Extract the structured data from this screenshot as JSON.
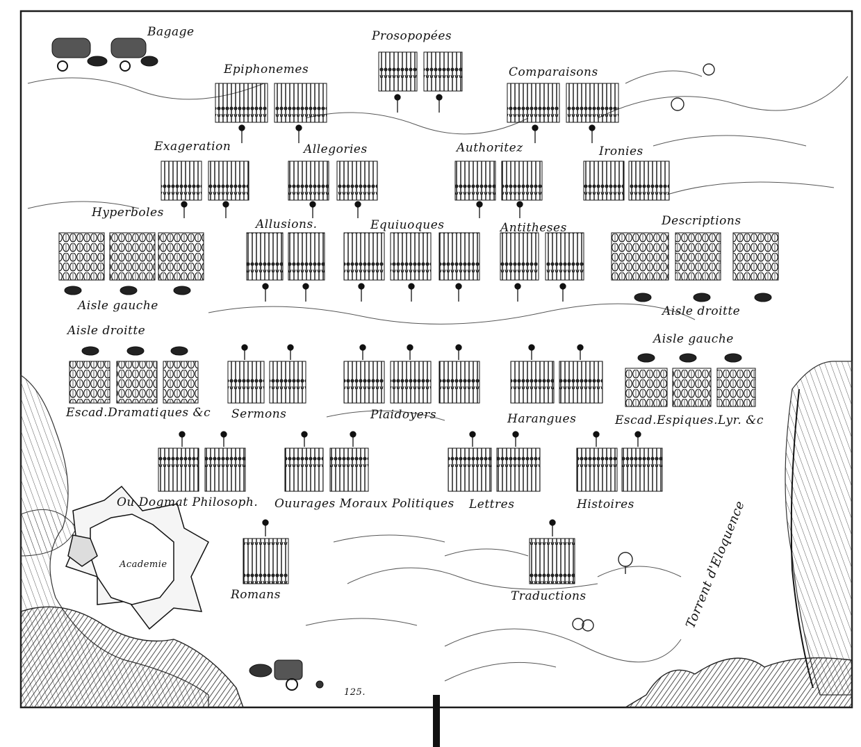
{
  "map": {
    "labels": {
      "bagage": "Bagage",
      "prosopopees": "Prosopopées",
      "epiphonemes": "Epiphonemes",
      "comparaisons": "Comparaisons",
      "exageration": "Exageration",
      "allegories": "Allegories",
      "authoritez": "Authoritez",
      "ironies": "Ironies",
      "hyperboles": "Hyperboles",
      "allusions": "Allusions.",
      "equivoques": "Equiuoques",
      "antitheses": "Antitheses",
      "descriptions": "Descriptions",
      "aisle_gauche_top": "Aisle gauche",
      "aisle_droitte_top": "Aisle droitte",
      "aisle_droitte_mid": "Aisle droitte",
      "aisle_gauche_mid": "Aisle gauche",
      "escad_dramatiques": "Escad.Dramatiques &c",
      "sermons": "Sermons",
      "plaidoyers": "Plaidoyers",
      "harangues": "Harangues",
      "escad_espiques": "Escad.Espiques.Lyr. &c",
      "ou_dogmat": "Ou Dogmat Philosoph.",
      "ouurages": "Ouurages Moraux Politiques",
      "lettres": "Lettres",
      "histoires": "Histoires",
      "academie": "Academie",
      "romans": "Romans",
      "traductions": "Traductions",
      "torrent": "Torrent d'Eloquence",
      "page_mark": "125."
    }
  },
  "palette": {
    "ink": "#1a1a1a",
    "paper": "#ffffff"
  }
}
